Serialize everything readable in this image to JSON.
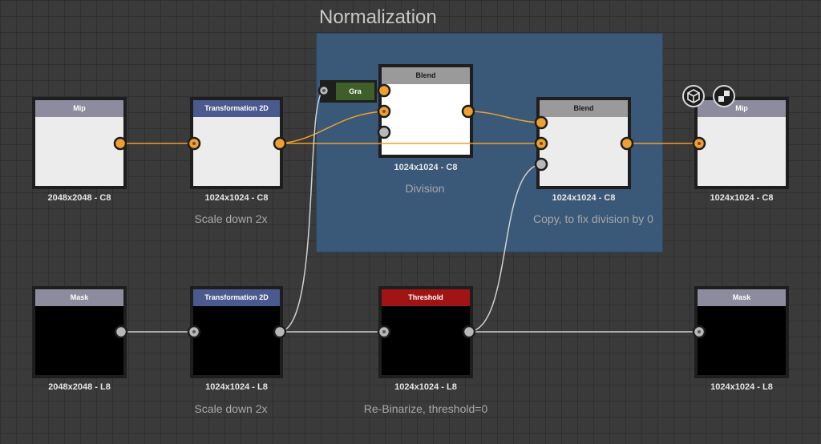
{
  "frame": {
    "title": "Normalization"
  },
  "nodes": {
    "mip_in": {
      "title": "Mip",
      "resolution": "2048x2048 - C8"
    },
    "transform_top": {
      "title": "Transformation 2D",
      "resolution": "1024x1024 - C8",
      "comment": "Scale down 2x"
    },
    "gra": {
      "title": "Gra"
    },
    "blend_div": {
      "title": "Blend",
      "resolution": "1024x1024 - C8",
      "comment": "Division"
    },
    "blend_copy": {
      "title": "Blend",
      "resolution": "1024x1024 - C8",
      "comment": "Copy, to fix division by 0"
    },
    "mip_out": {
      "title": "Mip",
      "resolution": "1024x1024 - C8"
    },
    "mask_in": {
      "title": "Mask",
      "resolution": "2048x2048 - L8"
    },
    "transform_bottom": {
      "title": "Transformation 2D",
      "resolution": "1024x1024 - L8",
      "comment": "Scale down 2x"
    },
    "threshold": {
      "title": "Threshold",
      "resolution": "1024x1024 - L8",
      "comment": "Re-Binarize, threshold=0"
    },
    "mask_out": {
      "title": "Mask",
      "resolution": "1024x1024 - L8"
    }
  },
  "icons": [
    "3d-view-icon",
    "2d-view-icon"
  ],
  "colors": {
    "color_wire": "#f0a030",
    "gray_wire": "#d0d0d0",
    "frame_bg": "#3a5878",
    "threshold_header": "#a01414",
    "transform_header": "#4a5a8e",
    "gra_body": "#3f5f2a"
  }
}
